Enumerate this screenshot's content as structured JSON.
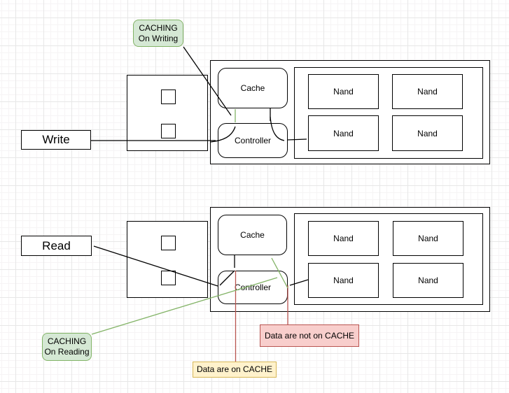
{
  "write_diagram": {
    "source_label": "Write",
    "cache": "Cache",
    "controller": "Controller",
    "nands": [
      "Nand",
      "Nand",
      "Nand",
      "Nand"
    ],
    "annotation_caching_writing": {
      "line1": "CACHING",
      "line2": "On Writing"
    }
  },
  "read_diagram": {
    "source_label": "Read",
    "cache": "Cache",
    "controller": "Controller",
    "nands": [
      "Nand",
      "Nand",
      "Nand",
      "Nand"
    ],
    "annotation_caching_reading": {
      "line1": "CACHING",
      "line2": "On Reading"
    },
    "annotation_not_on_cache": "Data are not on CACHE",
    "annotation_on_cache": "Data are on CACHE"
  },
  "colors": {
    "shape_stroke": "#000000",
    "green_fill": "#d5e8d4",
    "green_stroke": "#82b366",
    "red_fill": "#f8cecc",
    "red_stroke": "#b85450",
    "yellow_fill": "#fff2cc",
    "yellow_stroke": "#d6b656",
    "grid_minor": "#f6f4f5",
    "grid_major": "#e7e7e7"
  }
}
